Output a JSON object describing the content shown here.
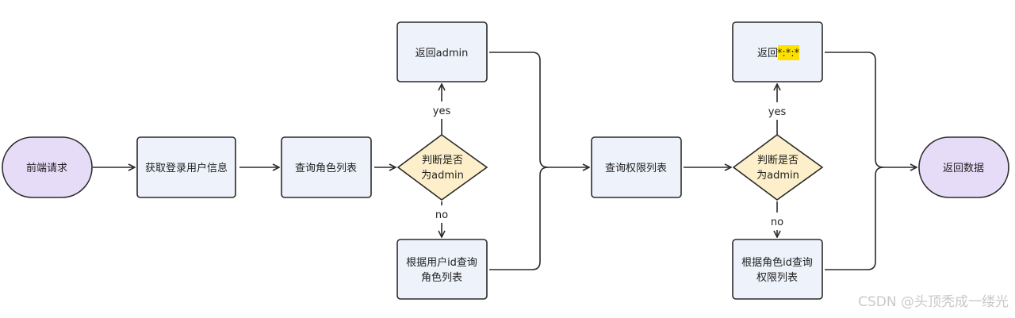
{
  "colors": {
    "stroke": "#2b2b2b",
    "rect_fill": "#eef2fb",
    "terminal_fill": "#e6dcf8",
    "decision_fill": "#fcefc9",
    "highlight_fill": "#ffe100"
  },
  "nodes": {
    "start": "前端请求",
    "get_user": "获取登录用户信息",
    "query_roles": "查询角色列表",
    "decision_1": [
      "判断是否",
      "为admin"
    ],
    "return_admin": "返回admin",
    "query_roles_by_user": [
      "根据用户id查询",
      "角色列表"
    ],
    "query_perms": "查询权限列表",
    "decision_2": [
      "判断是否",
      "为admin"
    ],
    "return_all": "返回",
    "return_all_highlight": "*:*:*",
    "query_perms_by_role": [
      "根据角色id查询",
      "权限列表"
    ],
    "end": "返回数据"
  },
  "edges": {
    "yes_1": "yes",
    "no_1": "no",
    "yes_2": "yes",
    "no_2": "no"
  },
  "watermark": "CSDN @头顶秃成一缕光"
}
